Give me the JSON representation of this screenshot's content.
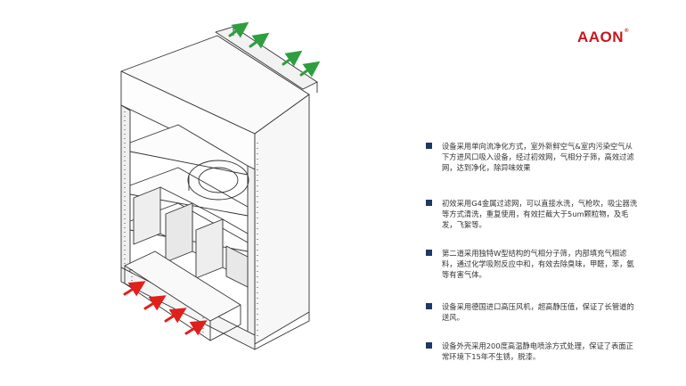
{
  "brand": {
    "logo_text": "AAON",
    "logo_mark": "®",
    "accent": "#c8161d"
  },
  "colors": {
    "bullet": "#1f3864",
    "arrow_out": "#2e9e3f",
    "arrow_in": "#e0201b",
    "line": "#333333"
  },
  "features": [
    {
      "text": "设备采用单向流净化方式，室外新鲜空气&室内污染空气从下方进风口吸入设备，经过初效网，气相分子筛，高效过滤网，达到净化，除异味效果"
    },
    {
      "text": "初效采用G4金属过滤网，可以直接水洗，气枪吹，吸尘器洗等方式清洗，重复使用，有效拦截大于5um颗粒物，及毛发，飞絮等。"
    },
    {
      "text": "第二道采用独特W型结构的气相分子筛，内部填充气相滤料，通过化学吸附反应中和，有效去除臭味，甲醛，苯，氨等有害气体。"
    },
    {
      "text": "设备采用德国进口高压风机，超高静压值，保证了长管道的送风。"
    },
    {
      "text": "设备外壳采用200度高温静电喷涂方式处理，保证了表面正常环境下15年不生锈，脱漆。"
    }
  ]
}
